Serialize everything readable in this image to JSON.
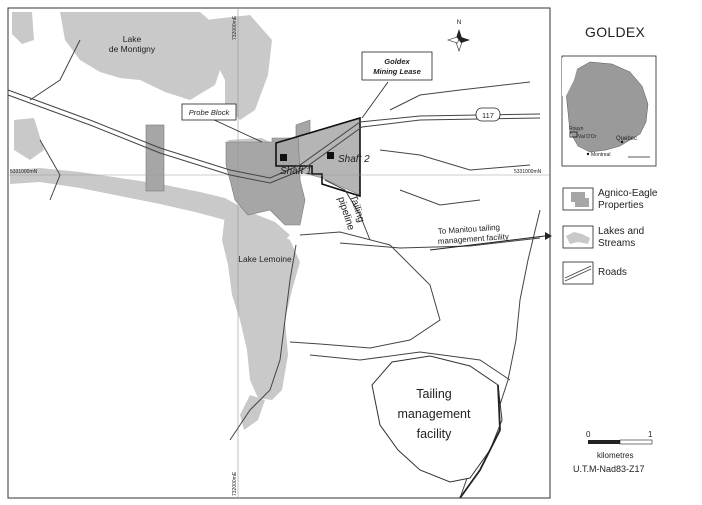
{
  "title": "GOLDEX",
  "map_labels": {
    "lake_montigny": [
      "Lake",
      "de Montigny"
    ],
    "lake_lemoine": "Lake Lemoine",
    "probe_block": "Probe Block",
    "goldex_lease": [
      "Goldex",
      "Mining Lease"
    ],
    "shaft1": "Shaft 1",
    "shaft2": "Shaft 2",
    "tailing_pipeline": [
      "Tailing",
      "pipeline"
    ],
    "manitou": [
      "To Manitou tailing",
      "management facility"
    ],
    "tailing_facility": [
      "Tailing",
      "management",
      "facility"
    ],
    "highway": "117",
    "grid_left": "5331000mN",
    "grid_right": "5331000mN",
    "grid_top": "732000mE",
    "grid_bottom": "732000mE"
  },
  "compass": {
    "north": "N"
  },
  "inset": {
    "rouyn": "Rouyn",
    "valdor": "Val D'Or",
    "quebec": "Quebec",
    "montreal": "Montreal"
  },
  "legend": [
    {
      "label": [
        "Agnico-Eagle",
        "Properties"
      ],
      "icon": "property-swatch-icon"
    },
    {
      "label": [
        "Lakes and",
        "Streams"
      ],
      "icon": "lake-swatch-icon"
    },
    {
      "label": [
        "Roads"
      ],
      "icon": "road-swatch-icon"
    }
  ],
  "scale": {
    "start": "0",
    "end": "1",
    "unit": "kilometres"
  },
  "projection": "U.T.M-Nad83-Z17",
  "colors": {
    "water": "#c9c9c9",
    "property": "#a6a6a6",
    "road": "#444444"
  }
}
